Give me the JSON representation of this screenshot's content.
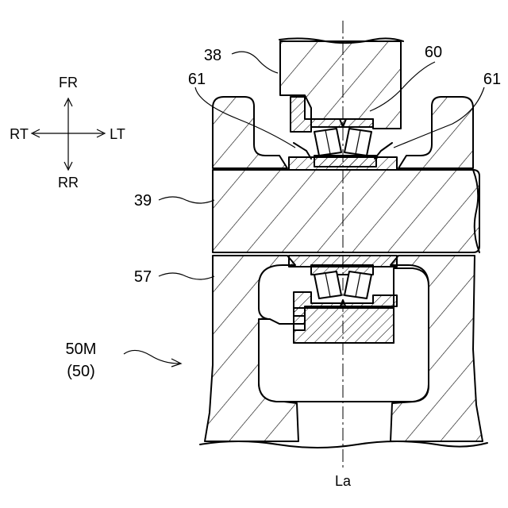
{
  "directions": {
    "up": "FR",
    "down": "RR",
    "left": "RT",
    "right": "LT"
  },
  "labels": {
    "part_38": "38",
    "part_60": "60",
    "part_61_left": "61",
    "part_61_right": "61",
    "part_39": "39",
    "part_57": "57",
    "part_50m": "50M",
    "part_50": "(50)",
    "axis_la": "La"
  }
}
